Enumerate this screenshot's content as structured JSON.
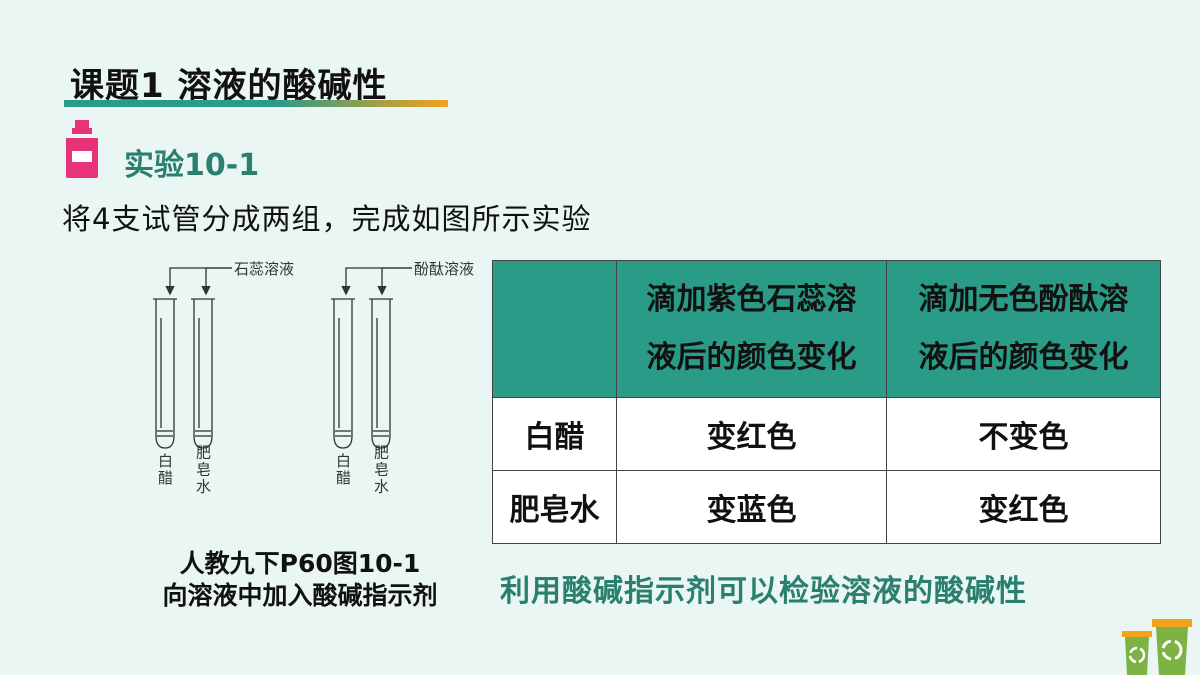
{
  "header": {
    "title": "课题1 溶液的酸碱性"
  },
  "experiment": {
    "label": "实验10-1",
    "intro": "将4支试管分成两组，完成如图所示实验"
  },
  "figure": {
    "group1_reagent": "石蕊溶液",
    "group2_reagent": "酚酞溶液",
    "tube_labels": [
      "白醋",
      "肥皂水",
      "白醋",
      "肥皂水"
    ],
    "caption_line1": "人教九下P60图10-1",
    "caption_line2": "向溶液中加入酸碱指示剂"
  },
  "table": {
    "header_litmus_line1": "滴加紫色石蕊溶",
    "header_litmus_line2": "液后的颜色变化",
    "header_phenol_line1": "滴加无色酚酞溶",
    "header_phenol_line2": "液后的颜色变化",
    "rows": [
      {
        "name": "白醋",
        "litmus": "变红色",
        "phenol": "不变色"
      },
      {
        "name": "肥皂水",
        "litmus": "变蓝色",
        "phenol": "变红色"
      }
    ]
  },
  "conclusion": "利用酸碱指示剂可以检验溶液的酸碱性",
  "colors": {
    "accent_teal": "#2a9b86",
    "accent_orange": "#f3a21c",
    "icon_pink": "#e8327a",
    "text_green": "#2a7f6e"
  },
  "icons": {
    "experiment": "reagent-bottle-icon",
    "footer": "recycling-bins-icon"
  }
}
